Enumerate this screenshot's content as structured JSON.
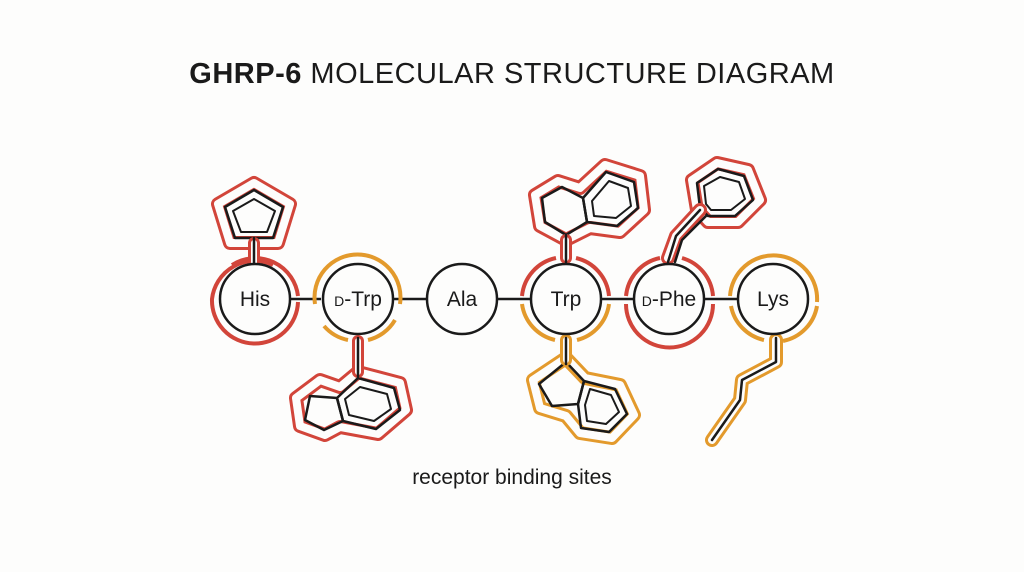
{
  "title": {
    "bold": "GHRP-6",
    "rest": "MOLECULAR STRUCTURE DIAGRAM"
  },
  "residues": [
    {
      "prefix": "",
      "name": "His",
      "highlight": "red"
    },
    {
      "prefix": "D",
      "name": "-Trp",
      "highlight": "orange"
    },
    {
      "prefix": "",
      "name": "Ala",
      "highlight": "none"
    },
    {
      "prefix": "",
      "name": "Trp",
      "highlight": "red-top, orange-bottom"
    },
    {
      "prefix": "D",
      "name": "-Phe",
      "highlight": "red"
    },
    {
      "prefix": "",
      "name": "Lys",
      "highlight": "orange"
    }
  ],
  "caption": "receptor binding sites",
  "colors": {
    "red": "#d2453a",
    "orange": "#e39a2c",
    "ink": "#1a1a1a",
    "background": "#fdfdfc"
  }
}
